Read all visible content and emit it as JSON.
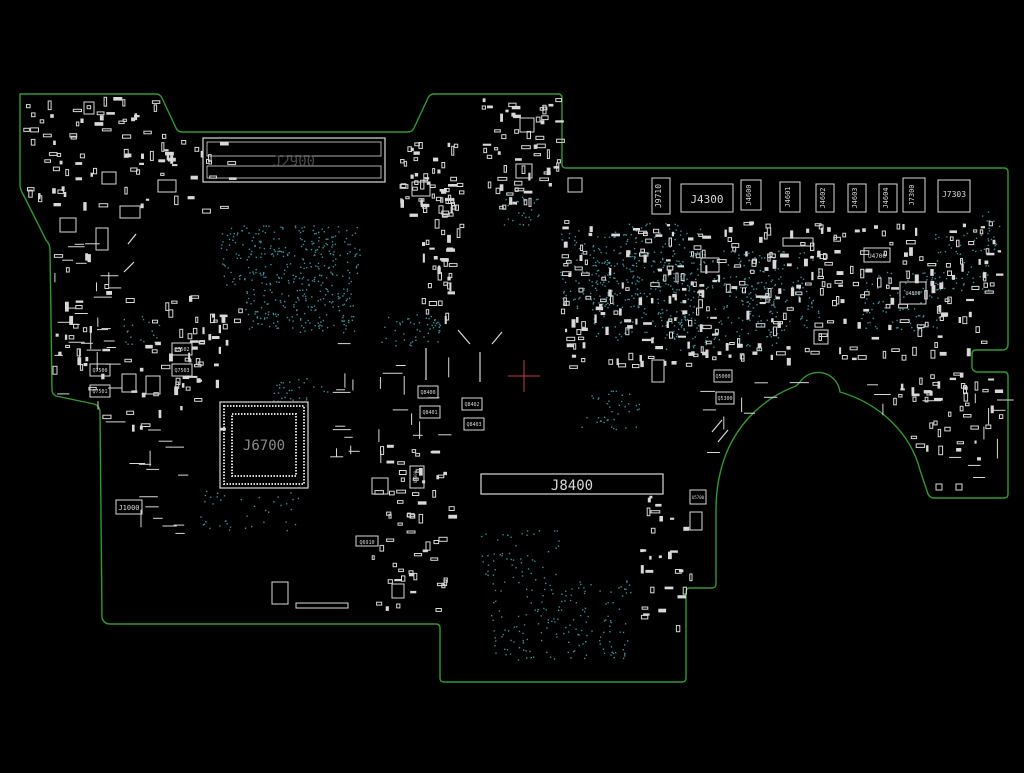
{
  "colors": {
    "background": "#000000",
    "board_outline": "#2f9a2f",
    "silkscreen": "#d8d8d8",
    "vias": "#3a8f9a",
    "cursor": "#c04040"
  },
  "icons": {
    "crosshair": "crosshair-icon"
  },
  "components": {
    "j2900": "J2900",
    "j8400": "J8400",
    "j6700": "J6700",
    "j9710": "J9710",
    "j4300": "J4300",
    "j4600": "J4600",
    "j4601": "J4601",
    "j4602": "J4602",
    "j4603": "J4603",
    "j4604": "J4604",
    "j7300": "J7300",
    "j7303": "J7303",
    "u4700": "U4700",
    "u4800": "U4800",
    "j1000": "J1000",
    "q7500": "Q7500",
    "q7501": "Q7501",
    "q7502": "Q7502",
    "q7503": "Q7503",
    "q8400": "Q8400",
    "q8401": "Q8401",
    "q8402": "Q8402",
    "q8403": "Q8403",
    "u8000": "U8000",
    "q6910": "Q6910",
    "q5000": "Q5000",
    "q5300": "Q5300",
    "u5700": "U5700"
  }
}
